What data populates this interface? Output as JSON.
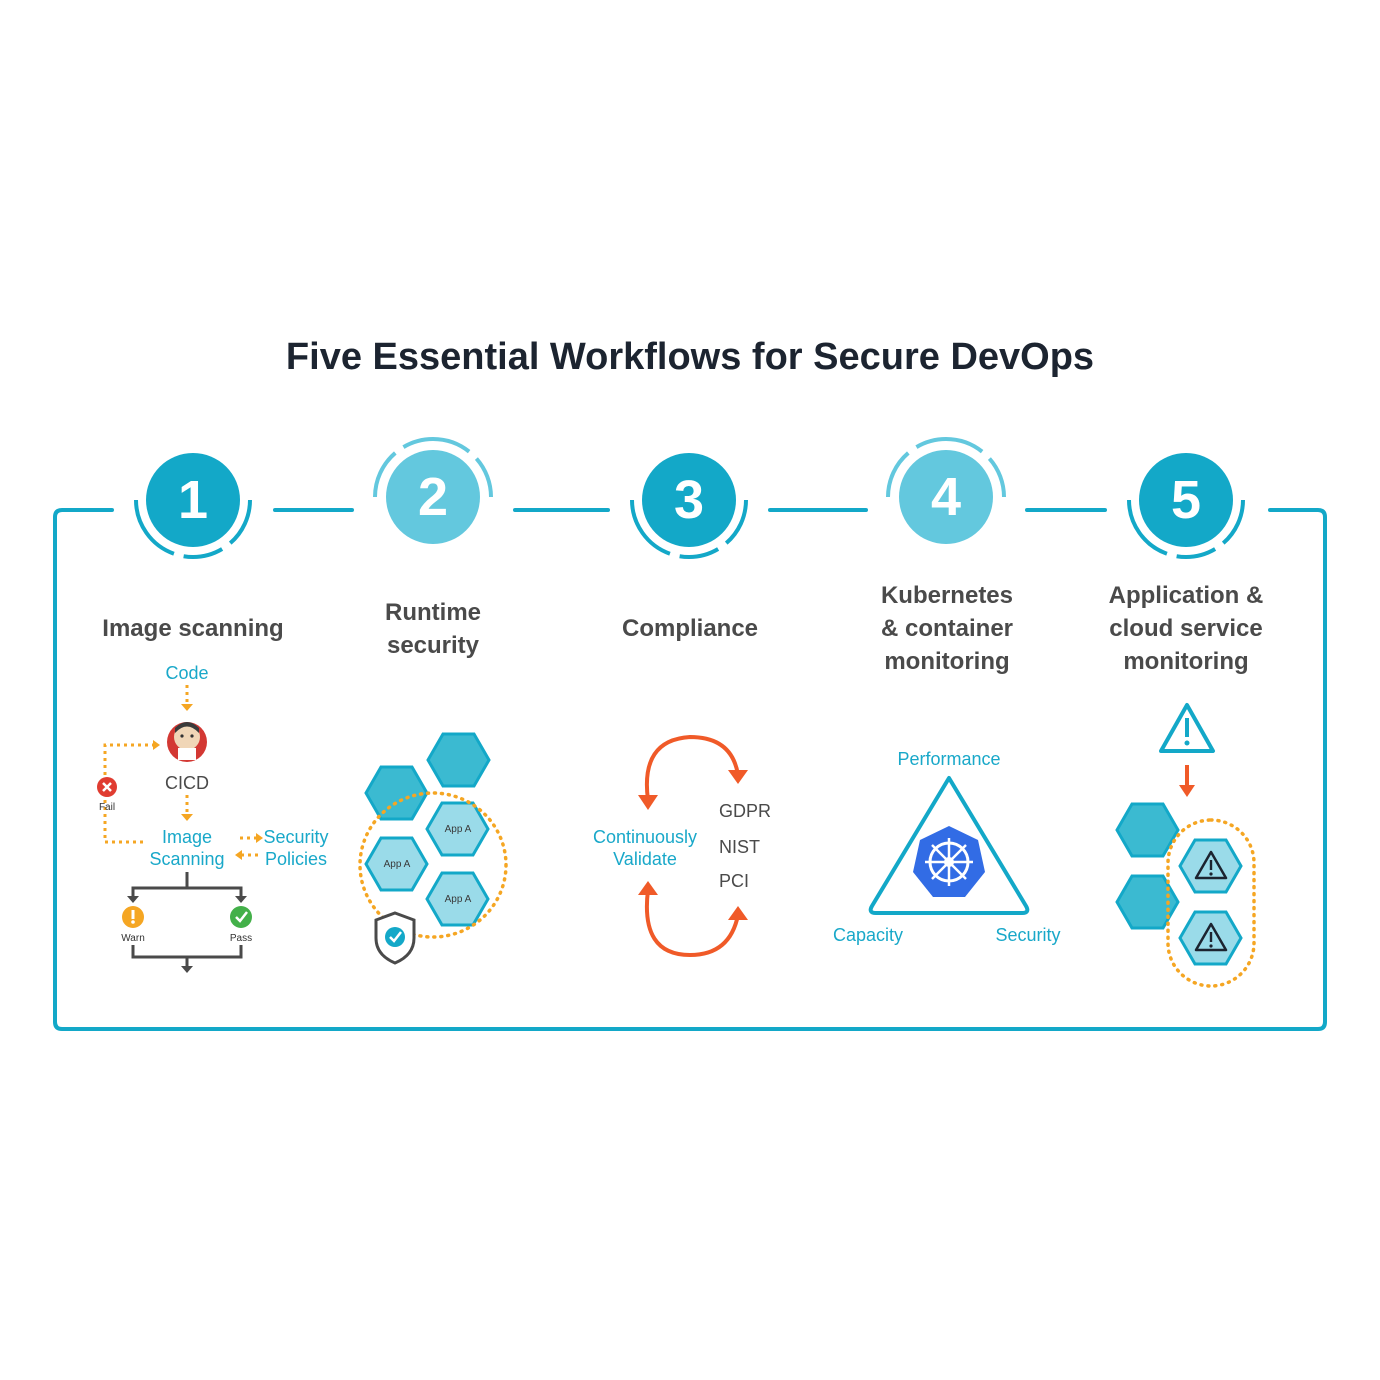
{
  "title": "Five Essential Workflows for Secure DevOps",
  "colors": {
    "teal_dark": "#13a8c8",
    "teal_light": "#63c8de",
    "teal_pale": "#9adbe9",
    "orange": "#f5a623",
    "red_orange": "#f05a28"
  },
  "steps": [
    {
      "number": "1",
      "label_lines": [
        "Image scanning"
      ]
    },
    {
      "number": "2",
      "label_lines": [
        "Runtime",
        "security"
      ]
    },
    {
      "number": "3",
      "label_lines": [
        "Compliance"
      ]
    },
    {
      "number": "4",
      "label_lines": [
        "Kubernetes",
        "& container",
        "monitoring"
      ]
    },
    {
      "number": "5",
      "label_lines": [
        "Application &",
        "cloud service",
        "monitoring"
      ]
    }
  ],
  "image_scanning": {
    "code": "Code",
    "cicd": "CICD",
    "image_scanning": [
      "Image",
      "Scanning"
    ],
    "security_policies": [
      "Security",
      "Policies"
    ],
    "fail": "Fail",
    "warn": "Warn",
    "pass": "Pass",
    "icons": [
      "jenkins-icon",
      "fail-x-icon",
      "warn-exclamation-icon",
      "pass-check-icon"
    ]
  },
  "runtime": {
    "app_labels": [
      "App A",
      "App A",
      "App A"
    ],
    "icons": [
      "shield-check-icon"
    ]
  },
  "compliance": {
    "continuously_validate": [
      "Continuously",
      "Validate"
    ],
    "standards": [
      "GDPR",
      "NIST",
      "PCI"
    ]
  },
  "kubernetes": {
    "performance": "Performance",
    "capacity": "Capacity",
    "security": "Security",
    "icons": [
      "kubernetes-helm-icon"
    ]
  },
  "app_cloud": {
    "icons": [
      "warning-triangle-icon"
    ]
  }
}
